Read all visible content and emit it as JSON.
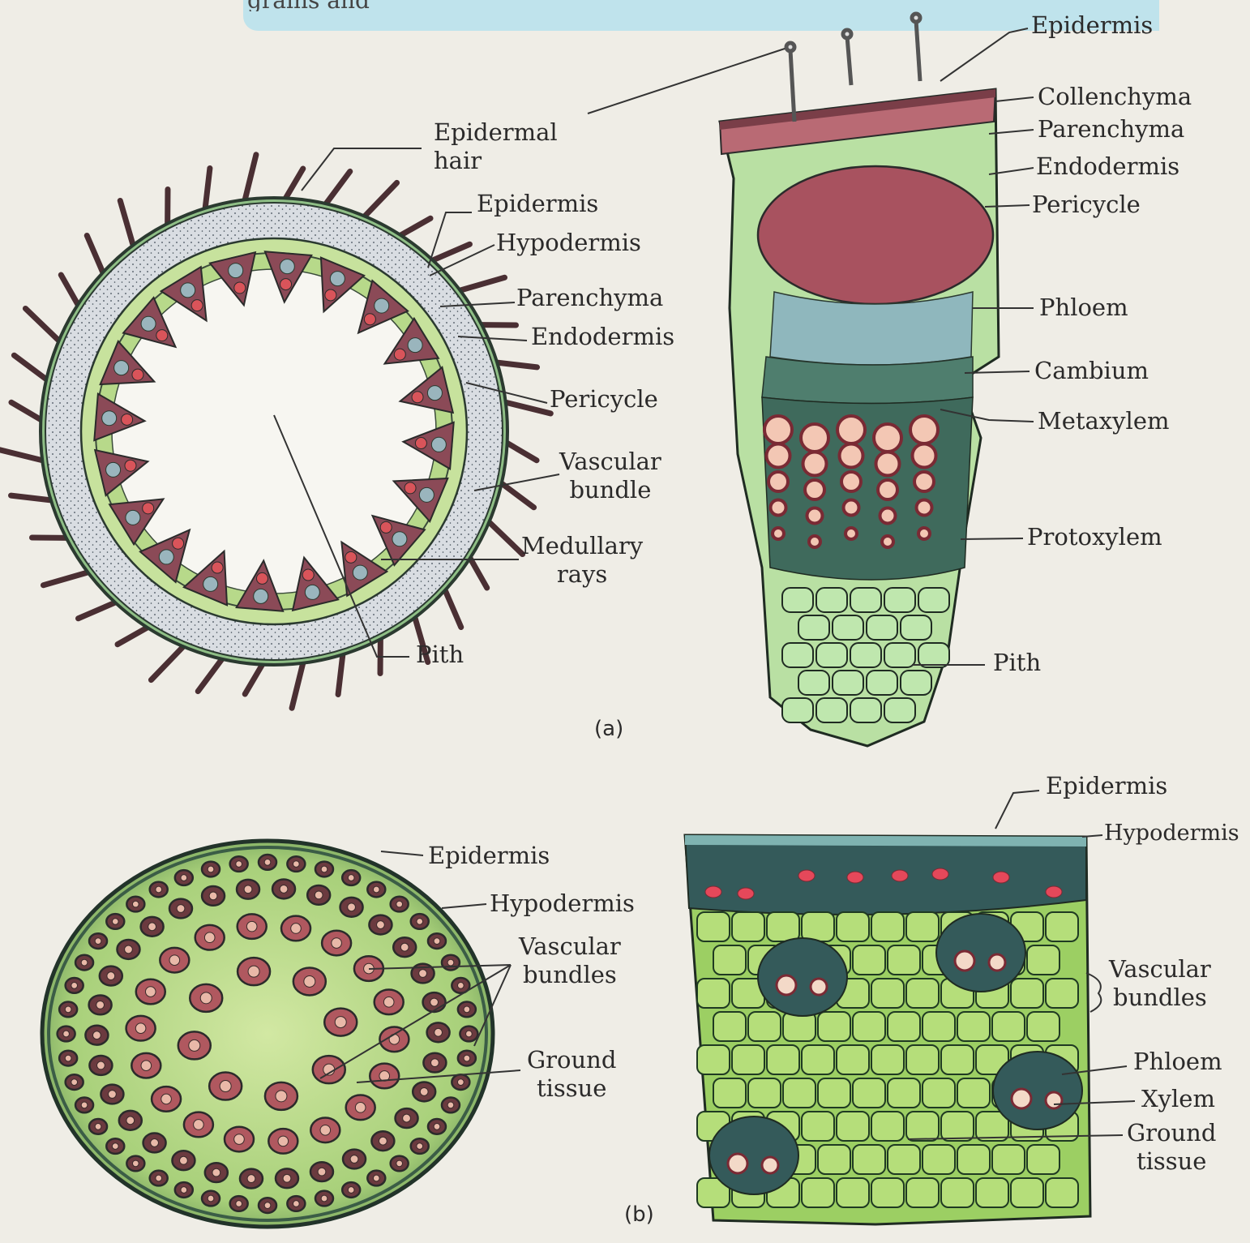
{
  "page": {
    "top_text": "grains and"
  },
  "figure_a": {
    "caption": "(a)",
    "ts_labels": {
      "epidermal_hair": [
        "Epidermal",
        "hair"
      ],
      "epidermis": "Epidermis",
      "hypodermis": "Hypodermis",
      "parenchyma": "Parenchyma",
      "endodermis": "Endodermis",
      "pericycle": "Pericycle",
      "vascular_bundle": [
        "Vascular",
        "bundle"
      ],
      "medullary_rays": [
        "Medullary",
        "rays"
      ],
      "pith": "Pith"
    },
    "sector_labels": {
      "epidermis": "Epidermis",
      "collenchyma": "Collenchyma",
      "parenchyma": "Parenchyma",
      "endodermis": "Endodermis",
      "pericycle": "Pericycle",
      "phloem": "Phloem",
      "cambium": "Cambium",
      "metaxylem": "Metaxylem",
      "protoxylem": "Protoxylem",
      "pith": "Pith"
    }
  },
  "figure_b": {
    "caption": "(b)",
    "ts_labels": {
      "epidermis": "Epidermis",
      "hypodermis": "Hypodermis",
      "vascular_bundles": [
        "Vascular",
        "bundles"
      ],
      "ground_tissue": [
        "Ground",
        "tissue"
      ]
    },
    "sector_labels": {
      "epidermis": "Epidermis",
      "hypodermis": "Hypodermis",
      "vascular_bundles": [
        "Vascular",
        "bundles"
      ],
      "phloem": "Phloem",
      "xylem": "Xylem",
      "ground_tissue": [
        "Ground",
        "tissue"
      ]
    }
  },
  "colors": {
    "background": "#efede6",
    "parenchyma_green": "#bfe39a",
    "ground_tissue_green": "#a9d66e",
    "pericycle_maroon": "#8b4a57",
    "phloem_blue": "#7fa6a8",
    "xylem_red": "#d9545a",
    "hair_dark": "#4a2f33",
    "outline": "#1f2b22"
  }
}
